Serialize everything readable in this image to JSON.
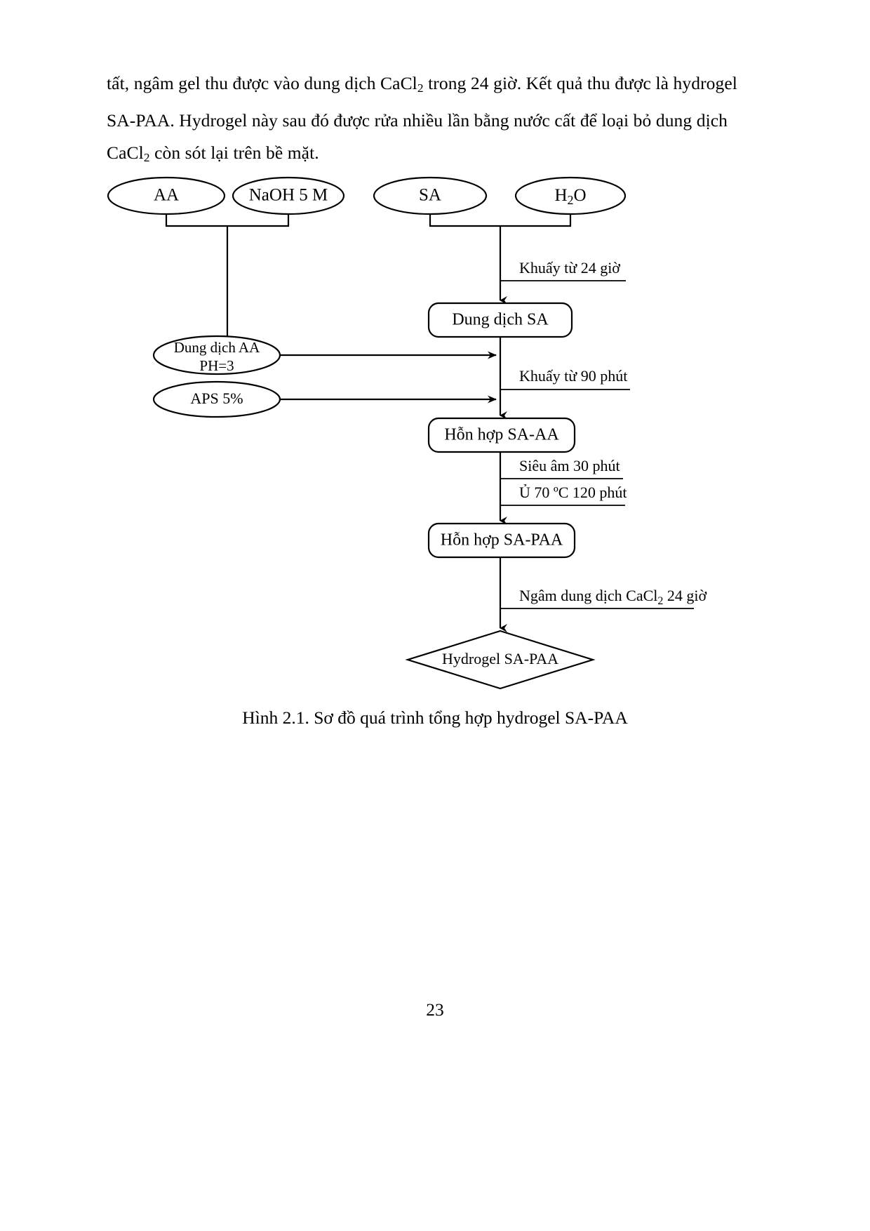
{
  "document": {
    "page_number": "23",
    "body_lines": [
      {
        "id": "line1",
        "segments": [
          "tất, ngâm gel thu được vào dung dịch CaCl",
          "2",
          " trong 24 giờ. Kết quả thu được là hydrogel"
        ]
      },
      {
        "id": "line2",
        "text": "SA-PAA. Hydrogel này sau đó được rửa nhiều lần bằng nước cất để loại bỏ dung dịch"
      },
      {
        "id": "line3",
        "segments": [
          "CaCl",
          "2",
          " còn sót lại trên bề mặt."
        ]
      }
    ],
    "figure": {
      "caption": "Hình 2.1. Sơ đồ quá trình tổng hợp hydrogel SA-PAA",
      "nodes": {
        "aa": {
          "label": "AA",
          "shape": "ellipse"
        },
        "naoh": {
          "label": "NaOH 5 M",
          "shape": "ellipse"
        },
        "sa": {
          "label": "SA",
          "shape": "ellipse"
        },
        "h2o": {
          "label_main": "H",
          "label_sub": "2",
          "label_tail": "O",
          "shape": "ellipse"
        },
        "dung_dich_sa": {
          "label": "Dung dịch SA",
          "shape": "rounded-rect"
        },
        "dung_dich_aa": {
          "label_line1": "Dung dịch AA",
          "label_line2": "PH=3",
          "shape": "ellipse"
        },
        "aps": {
          "label": "APS 5%",
          "shape": "ellipse"
        },
        "hon_hop_sa_aa": {
          "label": "Hỗn hợp SA-AA",
          "shape": "rounded-rect"
        },
        "hon_hop_sa_paa": {
          "label": "Hỗn hợp SA-PAA",
          "shape": "rounded-rect"
        },
        "hydrogel": {
          "label": "Hydrogel SA-PAA",
          "shape": "diamond"
        }
      },
      "edge_labels": {
        "stir_24h": "Khuấy từ 24 giờ",
        "stir_90min": "Khuấy từ 90 phút",
        "ultrasound_30min": "Siêu âm 30 phút",
        "incubate": "Ủ 70 ºC 120 phút",
        "soak_prefix": "Ngâm dung dịch CaCl",
        "soak_sub": "2",
        "soak_suffix": " 24 giờ"
      }
    }
  }
}
